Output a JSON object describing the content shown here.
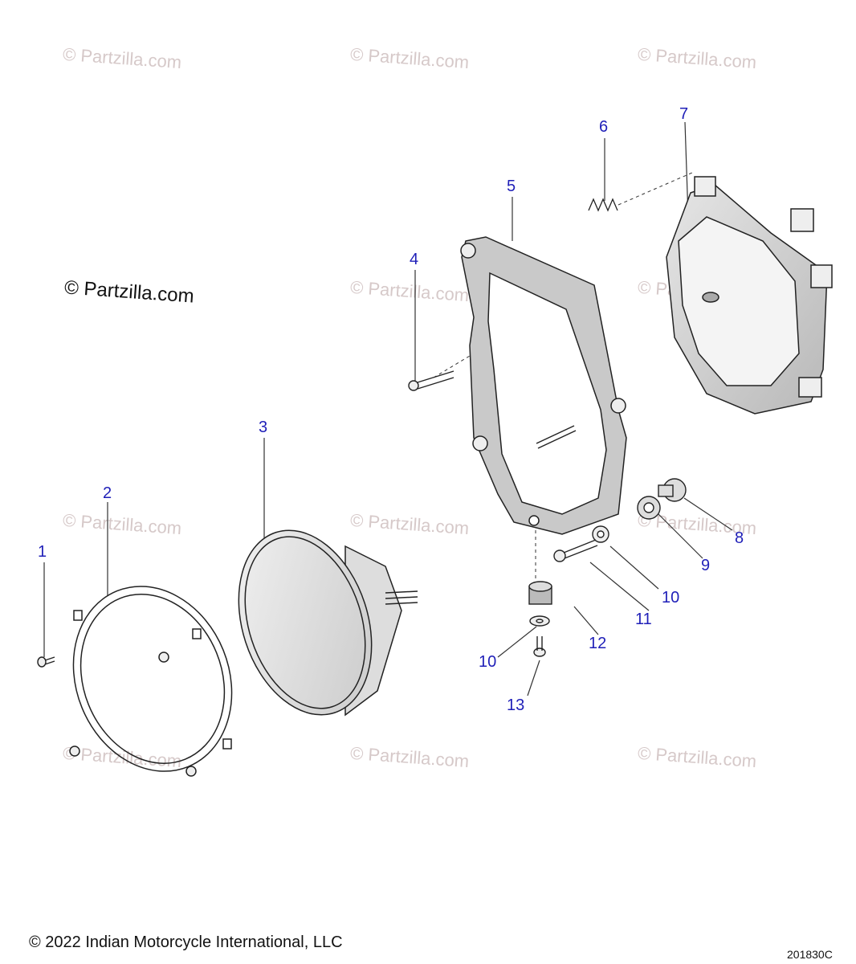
{
  "watermark": "© Partzilla.com",
  "main_watermark": "© Partzilla.com",
  "footer": {
    "copyright": "© 2022 Indian Motorcycle International, LLC",
    "diagram_id": "201830C"
  },
  "callouts": [
    "1",
    "2",
    "3",
    "4",
    "5",
    "6",
    "7",
    "8",
    "9",
    "10",
    "10",
    "11",
    "12",
    "13"
  ],
  "colors": {
    "callout": "#1f1fb8",
    "line": "#222222",
    "watermark": "#d6c9c9"
  }
}
